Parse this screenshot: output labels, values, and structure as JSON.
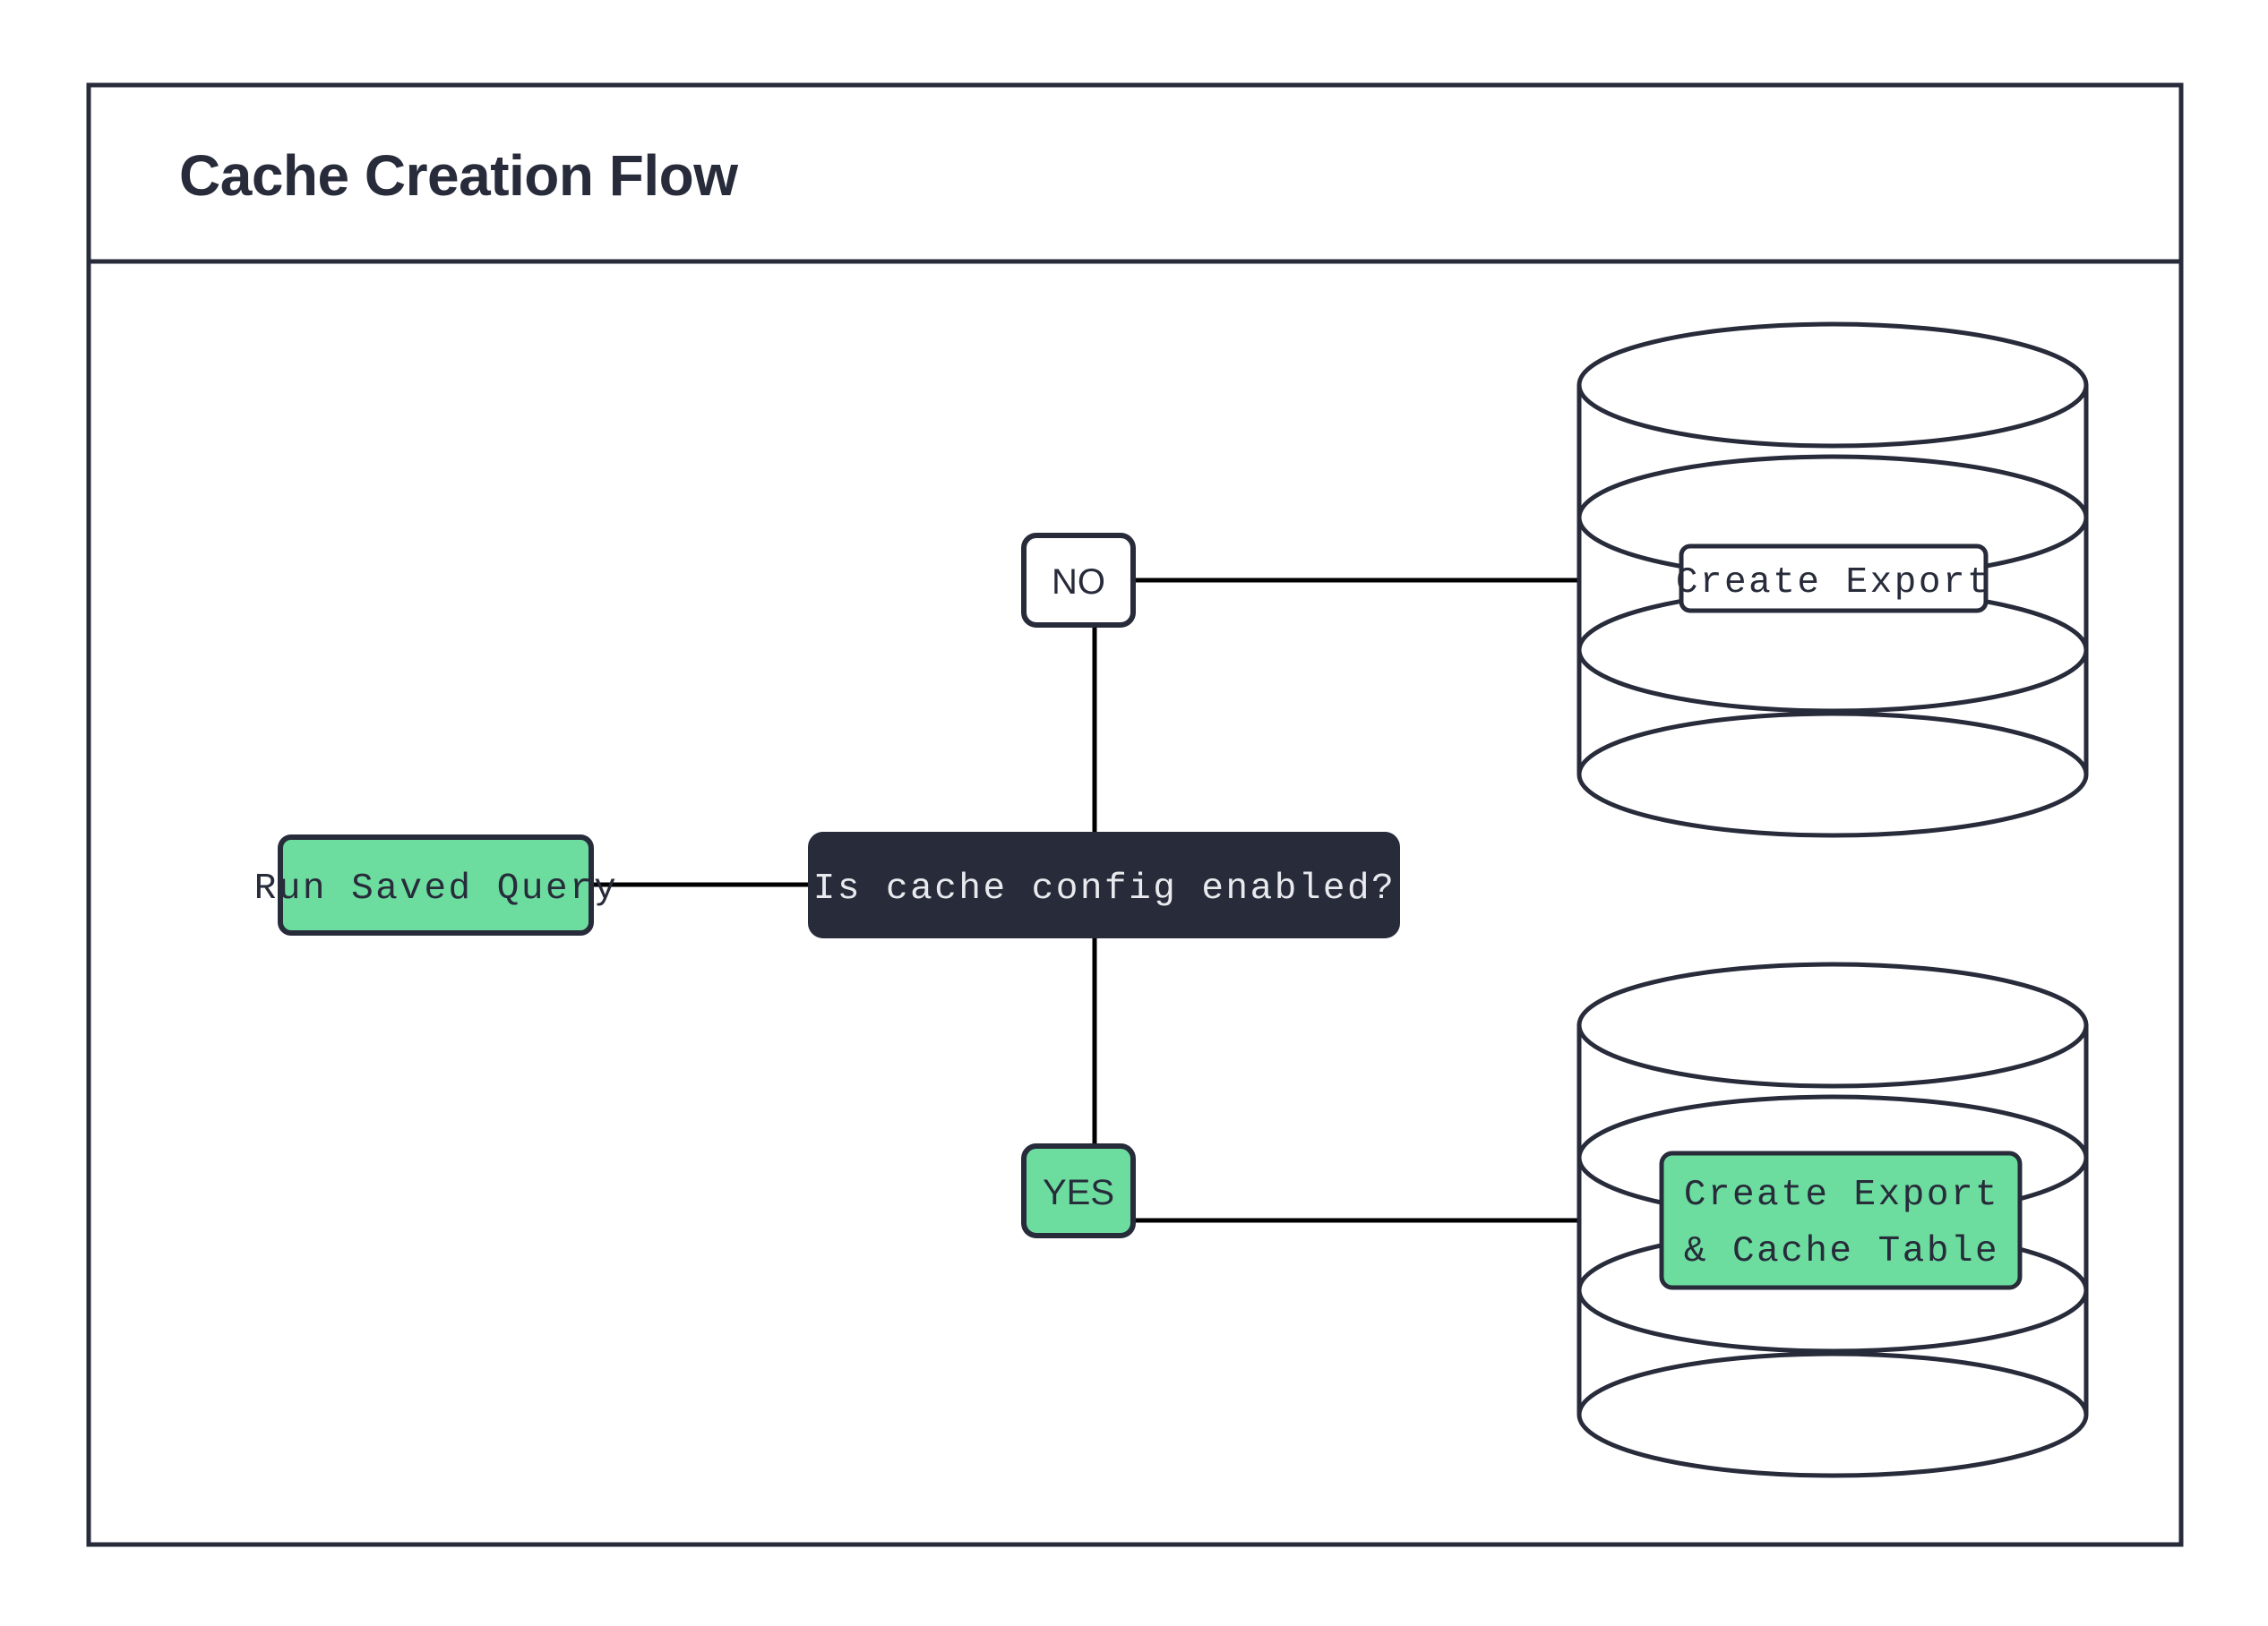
{
  "diagram": {
    "title": "Cache Creation Flow",
    "background_color": "#ffffff",
    "frame_color": "#272b3a",
    "accent_green": "#6cdd9f",
    "dark_fill": "#272b3a",
    "nodes": {
      "start": {
        "label": "Run Saved Query",
        "fill": "#6cdd9f",
        "shape": "rounded-rect"
      },
      "decision": {
        "label": "Is cache config enabled?",
        "fill": "#272b3a",
        "shape": "rounded-rect"
      },
      "branch_no": {
        "label": "NO",
        "fill": "#ffffff",
        "shape": "rounded-rect"
      },
      "branch_yes": {
        "label": "YES",
        "fill": "#6cdd9f",
        "shape": "rounded-rect"
      },
      "db_top": {
        "label": "Create Export",
        "fill": "#ffffff",
        "shape": "database-cylinder"
      },
      "db_bottom": {
        "label_line1": "Create Export",
        "label_line2": "& Cache Table",
        "fill": "#6cdd9f",
        "shape": "database-cylinder"
      }
    },
    "edges": [
      {
        "from": "start",
        "to": "decision",
        "label": ""
      },
      {
        "from": "decision",
        "to": "branch_no",
        "label": "NO"
      },
      {
        "from": "decision",
        "to": "branch_yes",
        "label": "YES"
      },
      {
        "from": "branch_no",
        "to": "db_top",
        "label": ""
      },
      {
        "from": "branch_yes",
        "to": "db_bottom",
        "label": ""
      }
    ]
  }
}
